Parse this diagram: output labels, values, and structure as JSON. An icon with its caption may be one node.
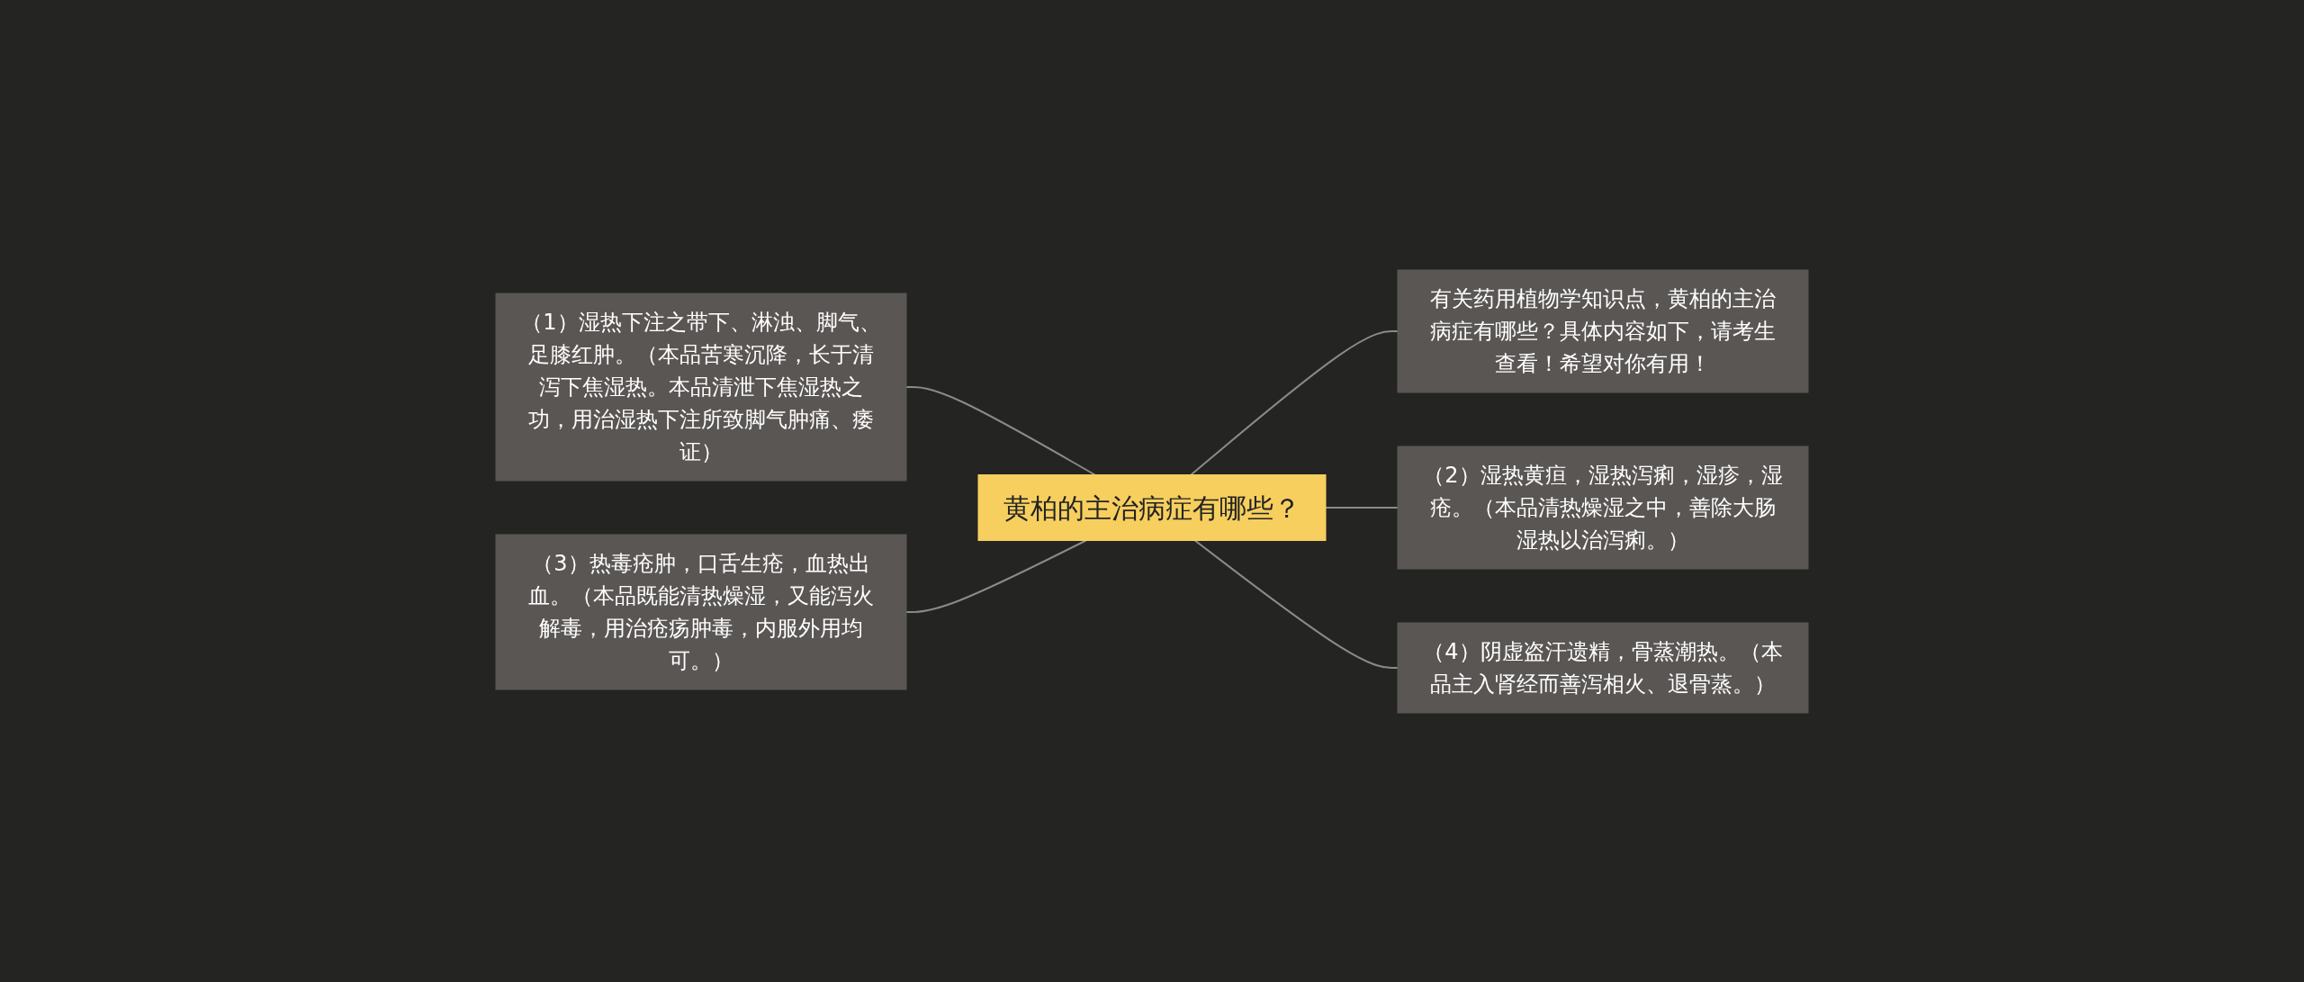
{
  "diagram": {
    "nodes": [
      {
        "text": [
          "黄柏的主治病症有哪些？"
        ]
      },
      {
        "text": [
          "（1）湿热下注之带下、淋浊、脚气、足膝红肿。（本品苦寒沉降，长于清泻下焦湿热。本品清泄下焦湿热之功，用治湿热下注所致脚气肿痛、痿证）"
        ]
      },
      {
        "text": [
          "（3）热毒疮肿，口舌生疮，血热出血。（本品既能清热燥湿，又能泻火解毒，用治疮疡肿毒，内服外用均可。）"
        ]
      },
      {
        "text": [
          "有关药用植物学知识点，黄柏的主治病症有哪些？具体内容如下，请考生查看！希望对你有用！"
        ]
      },
      {
        "text": [
          "（2）湿热黄疸，湿热泻痢，湿疹，湿疮。（本品清热燥湿之中，善除大肠湿热以治泻痢。）"
        ]
      },
      {
        "text": [
          "（4）阴虚盗汗遗精，骨蒸潮热。（本品主入肾经而善泻相火、退骨蒸。）"
        ]
      }
    ],
    "edges": [
      {
        "from": 0,
        "to": 1,
        "arrow": "none"
      },
      {
        "from": 0,
        "to": 2,
        "arrow": "none"
      },
      {
        "from": 0,
        "to": 3,
        "arrow": "none"
      },
      {
        "from": 0,
        "to": 4,
        "arrow": "none"
      },
      {
        "from": 0,
        "to": 5,
        "arrow": "none"
      }
    ]
  }
}
